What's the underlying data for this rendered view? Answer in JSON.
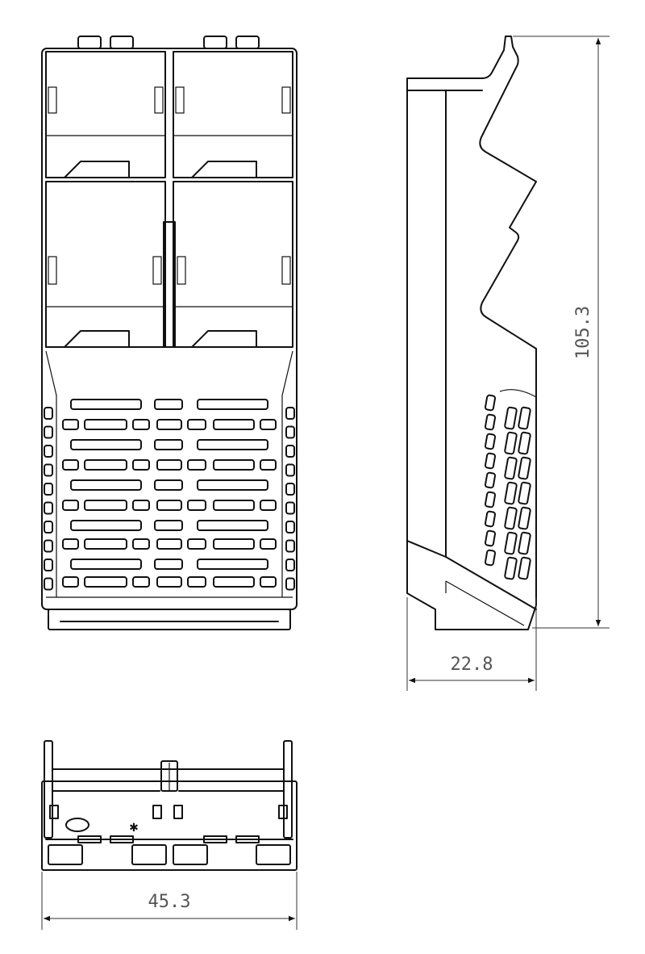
{
  "drawing": {
    "views": [
      "front-view",
      "side-view",
      "bottom-view"
    ],
    "line_color": "#111111",
    "dimension_color": "#555555"
  },
  "dimensions": {
    "height": "105.3",
    "depth": "22.8",
    "width": "45.3"
  }
}
